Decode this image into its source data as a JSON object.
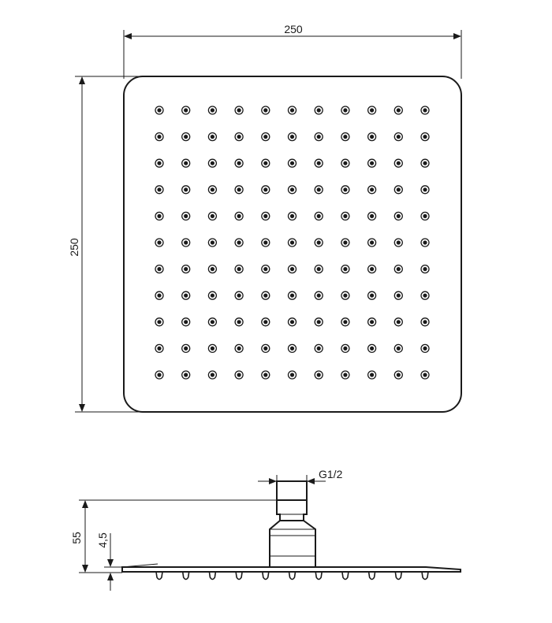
{
  "drawing": {
    "top_view": {
      "width_label": "250",
      "height_label": "250",
      "nozzle_rows": 11,
      "nozzle_cols": 11
    },
    "side_view": {
      "thread_label": "G1/2",
      "total_height_label": "55",
      "plate_thickness_label": "4,5",
      "nozzle_count": 11
    },
    "colors": {
      "line": "#1a1a1a",
      "background": "#ffffff"
    }
  }
}
